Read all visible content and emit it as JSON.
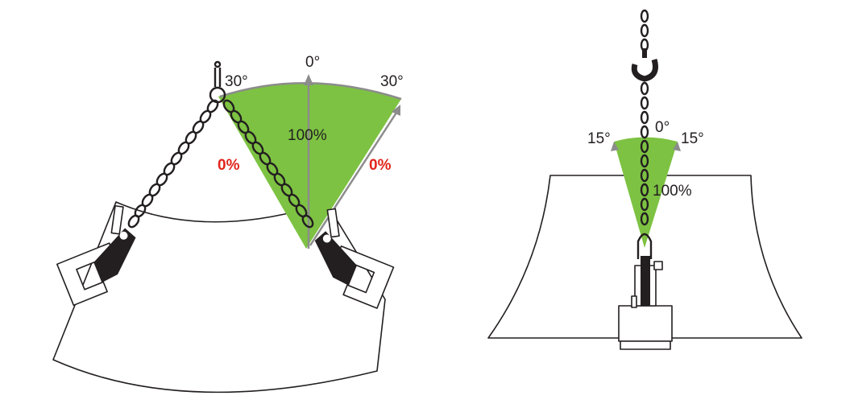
{
  "colors": {
    "sector_fill": "#7dc242",
    "arrow": "#8c8c8c",
    "line": "#231f20",
    "warning_text": "#e1251b"
  },
  "left_diagram": {
    "label_center_deg": "0°",
    "label_left_deg": "30°",
    "label_right_deg": "30°",
    "label_center_pct": "100%",
    "label_left_pct": "0%",
    "label_right_pct": "0%"
  },
  "right_diagram": {
    "label_center_deg": "0°",
    "label_left_deg": "15°",
    "label_right_deg": "15°",
    "label_center_pct": "100%"
  }
}
